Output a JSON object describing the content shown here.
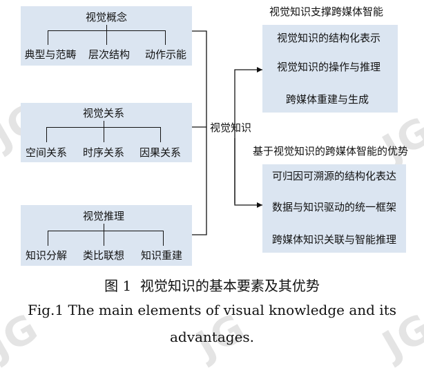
{
  "left": {
    "concept": {
      "title": "视觉概念",
      "items": [
        "典型与范畴",
        "层次结构",
        "动作示能"
      ]
    },
    "relation": {
      "title": "视觉关系",
      "items": [
        "空间关系",
        "时序关系",
        "因果关系"
      ]
    },
    "reasoning": {
      "title": "视觉推理",
      "items": [
        "知识分解",
        "类比联想",
        "知识重建"
      ]
    }
  },
  "center_label": "视觉知识",
  "right": {
    "support": {
      "title": "视觉知识支撑跨媒体智能",
      "items": [
        "视觉知识的结构化表示",
        "视觉知识的操作与推理",
        "跨媒体重建与生成"
      ]
    },
    "advantage": {
      "title": "基于视觉知识的跨媒体智能的优势",
      "items": [
        "可归因可溯源的结构化表达",
        "数据与知识驱动的统一框架",
        "跨媒体知识关联与智能推理"
      ]
    }
  },
  "caption": {
    "zh": "图 1  视觉知识的基本要素及其优势",
    "en_line1": "Fig.1 The main elements of visual knowledge and its",
    "en_line2": "advantages."
  },
  "watermark": "JG"
}
